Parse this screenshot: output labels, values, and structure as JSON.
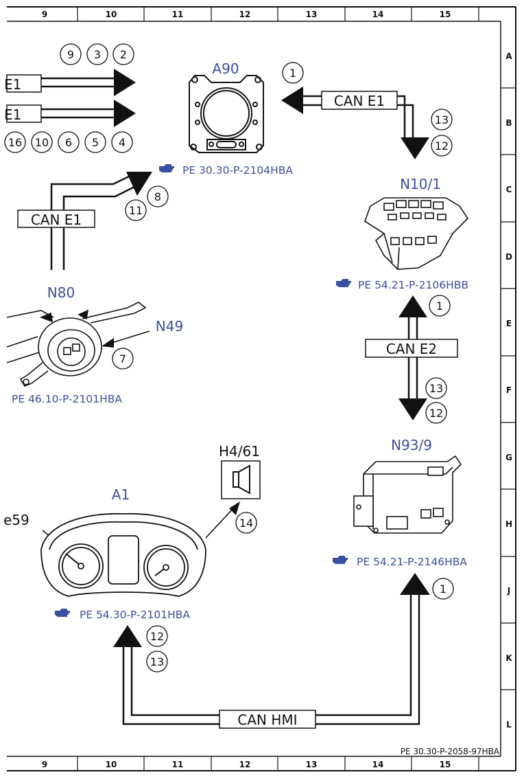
{
  "ruler": {
    "columns": [
      "9",
      "10",
      "11",
      "12",
      "13",
      "14",
      "15"
    ],
    "rows": [
      "A",
      "B",
      "C",
      "D",
      "E",
      "F",
      "G",
      "H",
      "J",
      "K",
      "L"
    ]
  },
  "components": {
    "a90": "A90",
    "n10_1": "N10/1",
    "n80": "N80",
    "n49": "N49",
    "a1": "A1",
    "h4_61": "H4/61",
    "n93_9": "N93/9",
    "e59": "e59"
  },
  "refs": {
    "a90": "PE 30.30-P-2104HBA",
    "n10_1": "PE 54.21-P-2106HBB",
    "n80": "PE 46.10-P-2101HBA",
    "n93_9": "PE 54.21-P-2146HBA",
    "a1": "PE 54.30-P-2101HBA"
  },
  "buses": {
    "can_e1_top": "CAN E1",
    "can_e1_left": "CAN E1",
    "can_e2": "CAN E2",
    "can_hmi": "CAN HMI",
    "e1_a": "E1",
    "e1_b": "E1"
  },
  "numbers": {
    "top_row": [
      "9",
      "3",
      "2"
    ],
    "bottom_row": [
      "16",
      "10",
      "6",
      "5",
      "4"
    ],
    "a90_in": "1",
    "n10_13": "13",
    "n10_12": "12",
    "can_left_8": "8",
    "can_left_11": "11",
    "n49_7": "7",
    "can_e2_1": "1",
    "can_e2_13": "13",
    "can_e2_12": "12",
    "h4_14": "14",
    "a1_12": "12",
    "a1_13": "13",
    "n93_1": "1"
  },
  "footer": {
    "code": "PE 30.30-P-2058-97HBA"
  }
}
